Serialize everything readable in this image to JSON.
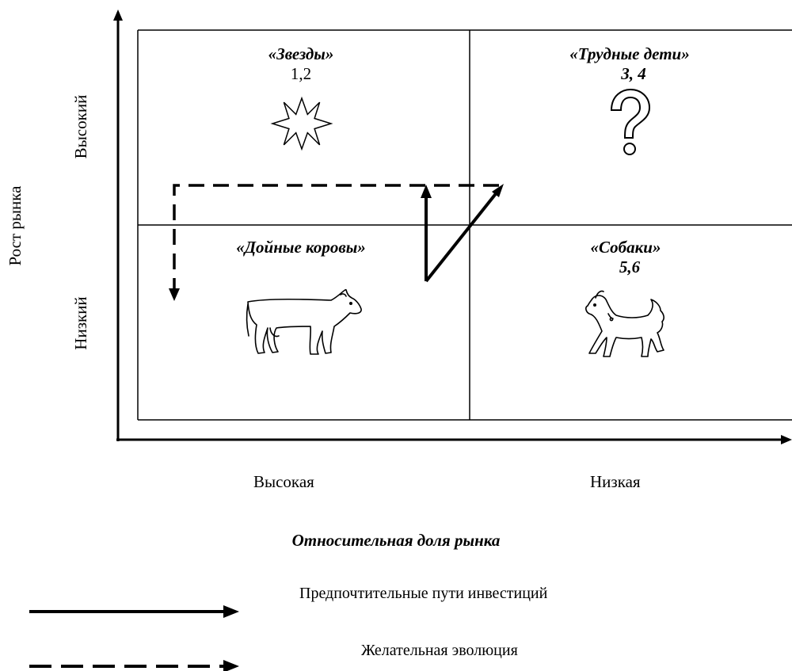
{
  "quadrants": {
    "stars": {
      "title": "«Звезды»",
      "numbers": "1,2",
      "icon": "star-icon"
    },
    "question_marks": {
      "title": "«Трудные дети»",
      "numbers": "3, 4",
      "icon": "question-mark-icon"
    },
    "cash_cows": {
      "title": "«Дойные коровы»",
      "icon": "cow-icon"
    },
    "dogs": {
      "title": "«Собаки»",
      "numbers": "5,6",
      "icon": "dog-icon"
    }
  },
  "y_axis": {
    "title": "Рост рынка",
    "high": "Высокий",
    "low": "Низкий"
  },
  "x_axis": {
    "title": "Относительная доля рынка",
    "high": "Высокая",
    "low": "Низкая"
  },
  "legend": {
    "solid": "Предпочтительные пути инвестиций",
    "dashed": "Желательная эволюция"
  },
  "colors": {
    "line": "#000000",
    "background": "#ffffff"
  }
}
